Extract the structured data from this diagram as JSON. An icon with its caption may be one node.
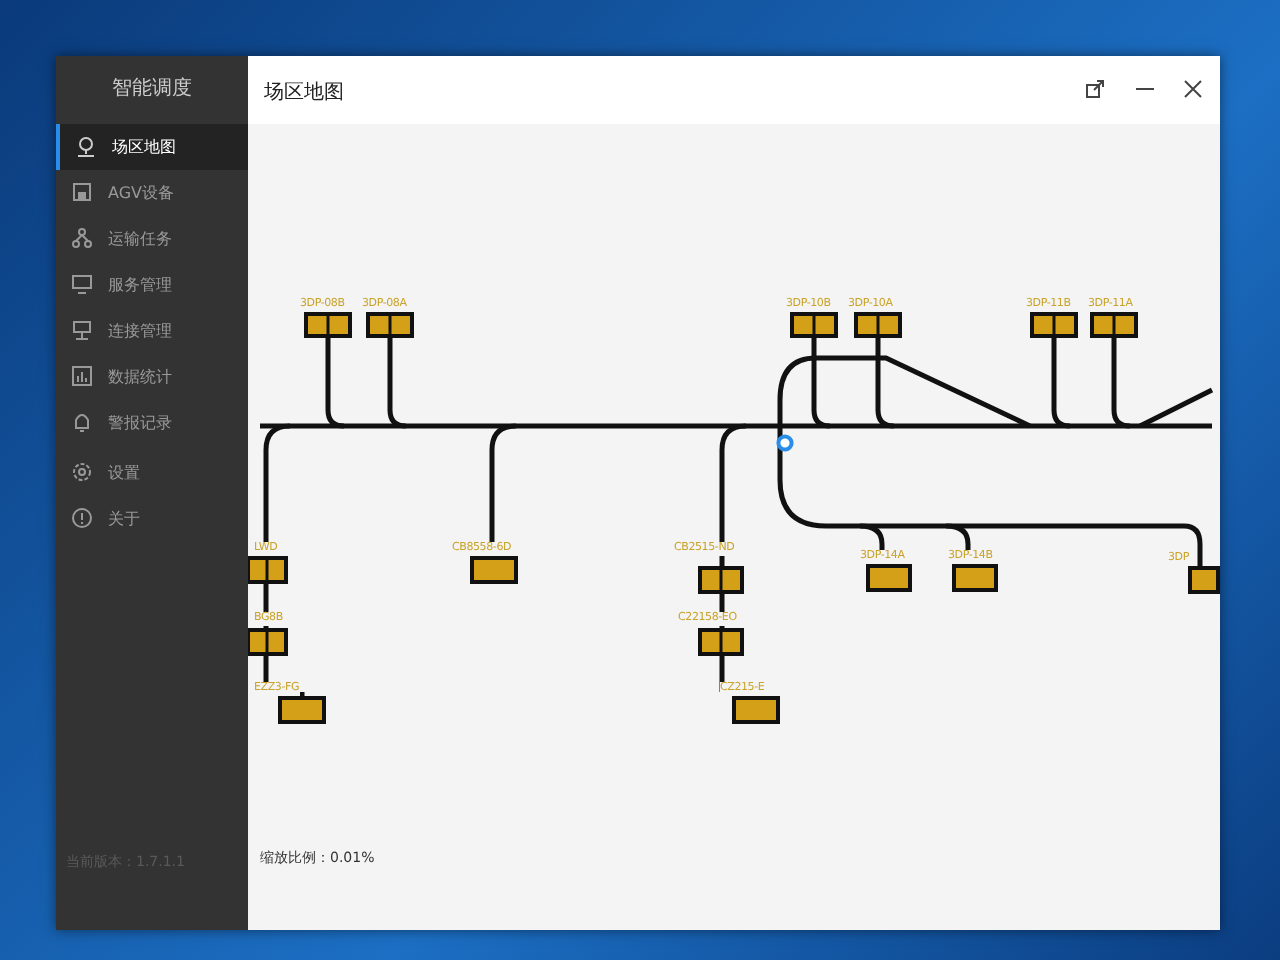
{
  "diagram": {
    "title": "场区地图",
    "labels": [
      "智能调度",
      "场区地图",
      "AGV设备",
      "运输任务",
      "服务管理",
      "连接管理",
      "数据统计",
      "警报记录",
      "设置",
      "关于",
      "3DP-08B",
      "3DP-08A",
      "3DP-10B",
      "3DP-10A",
      "3DP-11B",
      "3DP-11A",
      "LWD",
      "CB8558-6D",
      "CB2515-ND",
      "3DP-14A",
      "3DP-14B",
      "3DP",
      "BG8B",
      "C22158-EO",
      "EZZ3-FG",
      "CZ215-E",
      "当前版本：1.7.1.1",
      "缩放比例：0.01%"
    ]
  }
}
